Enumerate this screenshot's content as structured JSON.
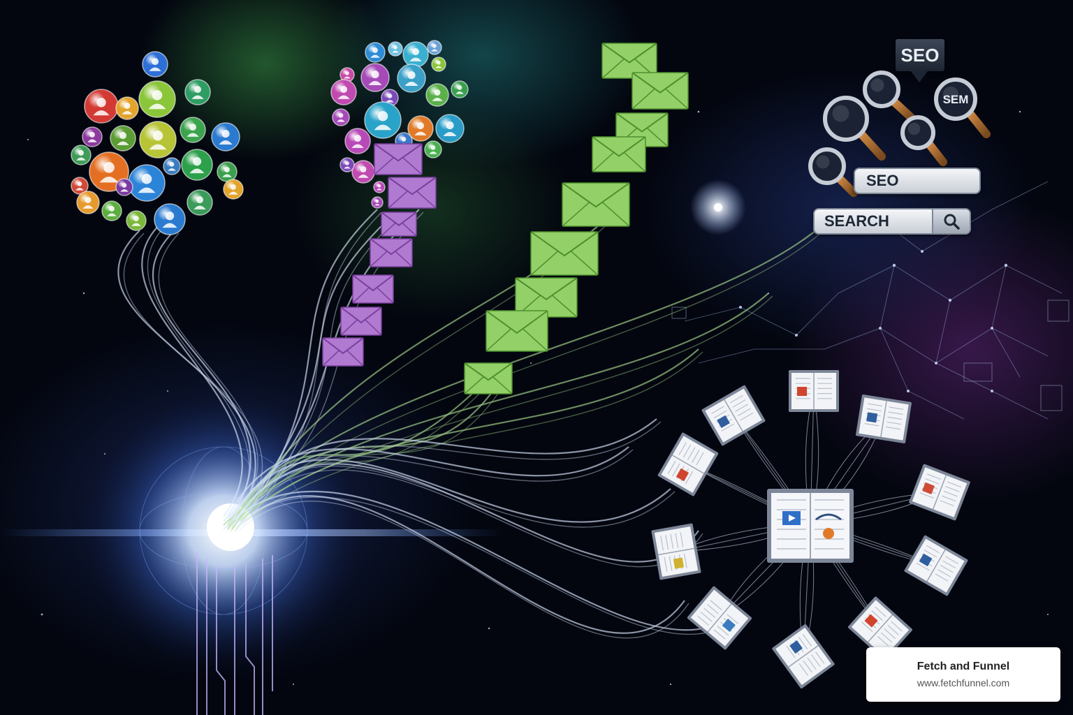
{
  "scene": {
    "description_labels": {
      "seo_badge": "SEO",
      "sem_lens": "SEM",
      "seo_search_field": "SEO",
      "search_field": "SEARCH"
    },
    "colors": {
      "background": "#03060f",
      "email_purple": "#a46cc4",
      "email_green": "#8ccf5e",
      "glow": "#dfeaff",
      "accent_blue": "#6aa8ff"
    },
    "icons": [
      "user-icon",
      "email-icon",
      "search-icon",
      "magnifier-icon",
      "book-icon",
      "video-icon"
    ]
  },
  "brand": {
    "name": "Fetch and Funnel",
    "url": "www.fetchfunnel.com"
  }
}
